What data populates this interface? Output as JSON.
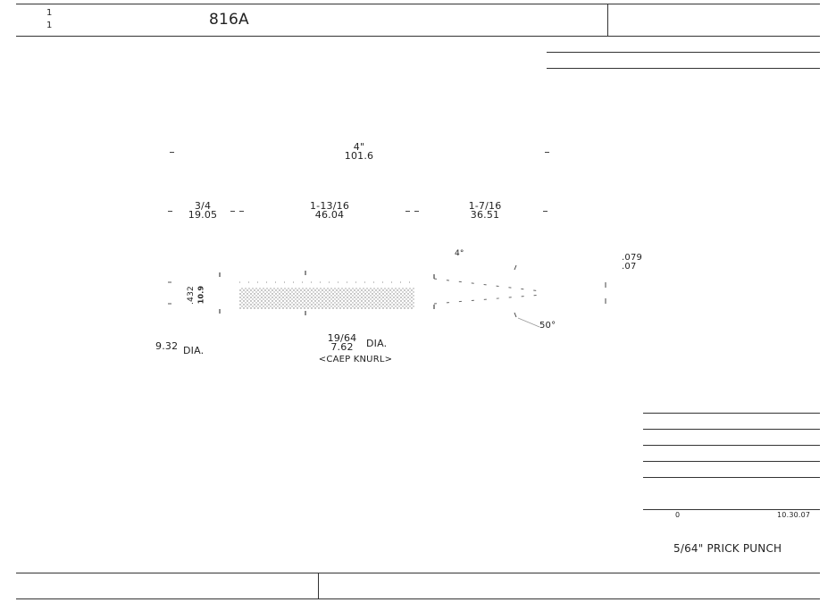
{
  "title_block": {
    "sheet_number_top": "1",
    "sheet_number_bottom": "1",
    "part_number": "816A"
  },
  "dimensions": {
    "overall_inch": "4\"",
    "overall_mm": "101.6",
    "seg1_inch": "3/4",
    "seg1_mm": "19.05",
    "seg2_inch": "1-13/16",
    "seg2_mm": "46.04",
    "seg3_inch": "1-7/16",
    "seg3_mm": "36.51",
    "tip_angle": "4°",
    "tip_flat_inch": ".079",
    "tip_flat_mm": ".07",
    "taper_angle": "50°",
    "shank_size_upper": ".432",
    "shank_size_lower": "10.9"
  },
  "callouts": {
    "left_dia_value": "9.32",
    "left_dia_label": "DIA.",
    "knurl_dia_inch": "19/64",
    "knurl_dia_mm": "7.62",
    "knurl_dia_label": "DIA.",
    "knurl_note": "<CAEP KNURL>"
  },
  "scale_bar": {
    "left_label": "0",
    "right_label": "10.30.07"
  },
  "caption": "5/64\" PRICK PUNCH"
}
